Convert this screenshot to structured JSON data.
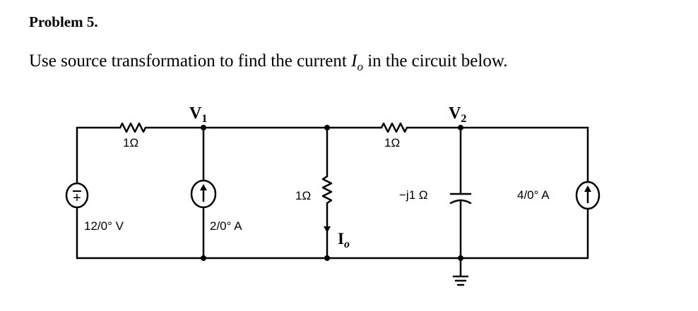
{
  "problem": {
    "heading": "Problem 5.",
    "statement_before": "Use source transformation to find the current ",
    "current_symbol": "I",
    "current_subscript": "o",
    "statement_after": " in the circuit below."
  },
  "circuit": {
    "node_v1": {
      "letter": "V",
      "subscript": "1"
    },
    "node_v2": {
      "letter": "V",
      "subscript": "2"
    },
    "resistor_left_label": "1Ω",
    "voltage_source_label": "12/0° V",
    "current_source_mid_label": "2/0° A",
    "resistor_vertical_label": "1Ω",
    "io_label": {
      "letter": "I",
      "subscript": "o"
    },
    "resistor_right_label": "1Ω",
    "capacitor_label": "−j1 Ω",
    "current_source_right_label": "4/0° A",
    "voltage_source_polarity": "+"
  }
}
